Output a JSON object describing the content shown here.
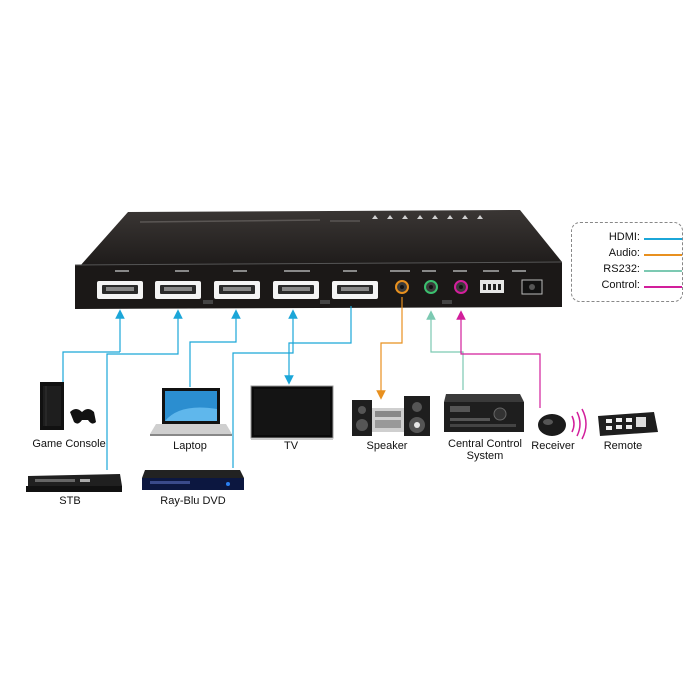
{
  "legend": {
    "items": [
      {
        "label": "HDMI:",
        "color": "#1ba6d8"
      },
      {
        "label": "Audio:",
        "color": "#e8901f"
      },
      {
        "label": "RS232:",
        "color": "#7cc9b2"
      },
      {
        "label": "Control:",
        "color": "#d21e9b"
      }
    ]
  },
  "devices": {
    "game_console": "Game Console",
    "stb": "STB",
    "laptop": "Laptop",
    "raybly_dvd": "Ray-Blu DVD",
    "tv": "TV",
    "speaker": "Speaker",
    "central_control_line1": "Central Control",
    "central_control_line2": "System",
    "receiver": "Receiver",
    "remote": "Remote"
  },
  "colors": {
    "device_body": "#1e1b1a",
    "hdmi": "#1ba6d8",
    "audio": "#e8901f",
    "rs232": "#7cc9b2",
    "control": "#d21e9b"
  },
  "icons": [
    "hdmi-port-icon",
    "audio-jack-icon",
    "ir-wave-icon"
  ]
}
